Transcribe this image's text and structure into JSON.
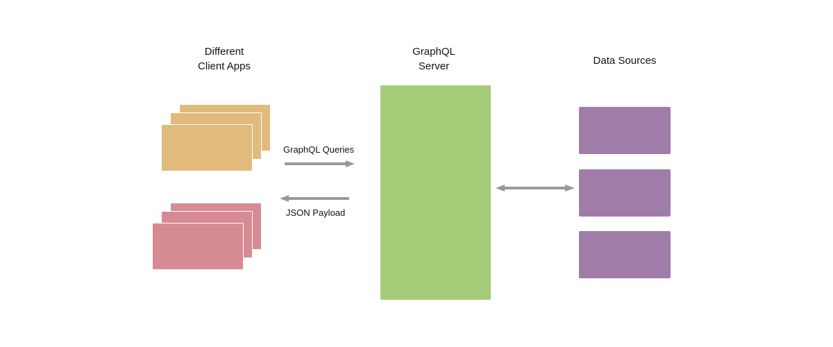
{
  "headings": {
    "clients": [
      "Different",
      "Client Apps"
    ],
    "server": [
      "GraphQL",
      "Server"
    ],
    "sources": [
      "Data Sources"
    ]
  },
  "arrows": {
    "queries_label": "GraphQL Queries",
    "payload_label": "JSON Payload"
  },
  "colors": {
    "client_group_1": "#e1bb7c",
    "client_group_2": "#d68a92",
    "server": "#a5cc78",
    "data_source": "#a07ca9",
    "arrow": "#999999"
  }
}
